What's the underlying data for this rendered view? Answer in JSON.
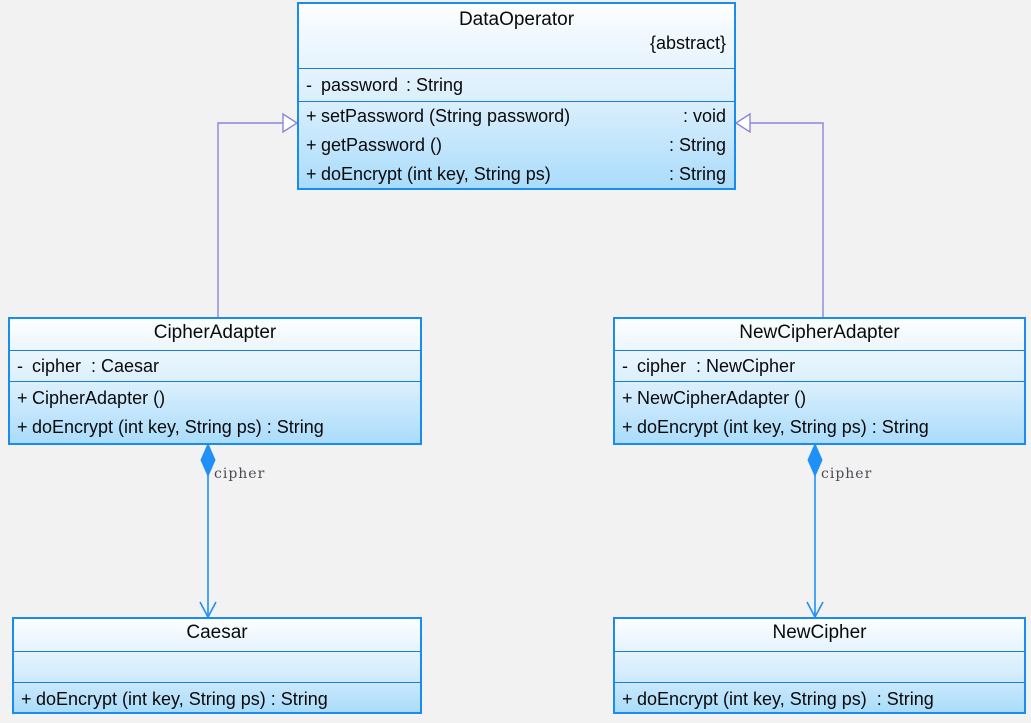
{
  "diagram": {
    "type": "uml-class-diagram",
    "title": "Adapter pattern class diagram",
    "background_color": "#f2f2f2",
    "class_border_color": "#1a8cf0",
    "class_fill_top": "#fdfefe",
    "class_fill_bottom": "#aadcfb",
    "inheritance_line_color": "#8a86d8",
    "composition_line_color": "#1e90f8"
  },
  "classes": {
    "data_operator": {
      "name": "DataOperator",
      "stereotype": "{abstract}",
      "attributes": [
        {
          "visibility": "-",
          "signature": "password",
          "type": ": String"
        }
      ],
      "operations": [
        {
          "visibility": "+",
          "signature": "setPassword (String password)",
          "type": ": void"
        },
        {
          "visibility": "+",
          "signature": "getPassword ()",
          "type": ": String"
        },
        {
          "visibility": "+",
          "signature": "doEncrypt (int key, String ps)",
          "type": ": String"
        }
      ]
    },
    "cipher_adapter": {
      "name": "CipherAdapter",
      "attributes": [
        {
          "visibility": "-",
          "signature": "cipher  : Caesar",
          "type": ""
        }
      ],
      "operations": [
        {
          "visibility": "+",
          "signature": "CipherAdapter ()",
          "type": ""
        },
        {
          "visibility": "+",
          "signature": "doEncrypt (int key, String ps) : String",
          "type": ""
        }
      ]
    },
    "new_cipher_adapter": {
      "name": "NewCipherAdapter",
      "attributes": [
        {
          "visibility": "-",
          "signature": "cipher  : NewCipher",
          "type": ""
        }
      ],
      "operations": [
        {
          "visibility": "+",
          "signature": "NewCipherAdapter ()",
          "type": ""
        },
        {
          "visibility": "+",
          "signature": "doEncrypt (int key, String ps) : String",
          "type": ""
        }
      ]
    },
    "caesar": {
      "name": "Caesar",
      "attributes": [],
      "operations": [
        {
          "visibility": "+",
          "signature": "doEncrypt (int key, String ps) : String",
          "type": ""
        }
      ]
    },
    "new_cipher": {
      "name": "NewCipher",
      "attributes": [],
      "operations": [
        {
          "visibility": "+",
          "signature": "doEncrypt (int key, String ps)  : String",
          "type": ""
        }
      ]
    }
  },
  "relationships": [
    {
      "id": "gen-cipheradapter",
      "kind": "generalization",
      "from": "CipherAdapter",
      "to": "DataOperator",
      "label": ""
    },
    {
      "id": "gen-newcipheradapter",
      "kind": "generalization",
      "from": "NewCipherAdapter",
      "to": "DataOperator",
      "label": ""
    },
    {
      "id": "comp-cipheradapter-caesar",
      "kind": "composition",
      "from": "CipherAdapter",
      "to": "Caesar",
      "label": "cipher"
    },
    {
      "id": "comp-newcipheradapter-newcipher",
      "kind": "composition",
      "from": "NewCipherAdapter",
      "to": "NewCipher",
      "label": "cipher"
    }
  ]
}
